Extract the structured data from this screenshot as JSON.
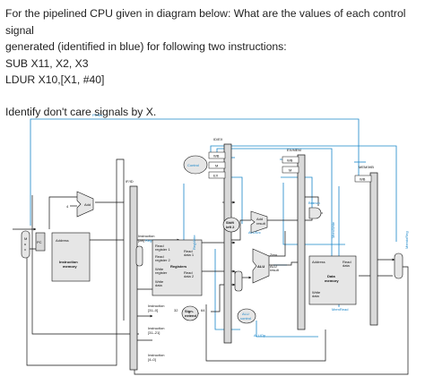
{
  "question": {
    "line1": "For the pipelined CPU given in diagram below: What are the values of each control signal",
    "line2": "generated (identified in blue) for following two instructions:",
    "instr1": "SUB X11, X2, X3",
    "instr2": "LDUR X10,[X1, #40]",
    "prompt": "Identify don't care signals by X."
  },
  "diagram": {
    "pcsrc": "PCSrc",
    "id_ex": "ID/EX",
    "ex_mem": "EX/MEM",
    "mem_wb": "MEM/WB",
    "if_id": "IF/ID",
    "wb": "WB",
    "m": "M",
    "ex": "EX",
    "control": "Control",
    "add": "Add",
    "four": "4",
    "pc": "PC",
    "address": "Address",
    "instruction_memory_1": "Instruction",
    "instruction_memory_2": "memory",
    "add_result_1": "Add",
    "add_result_2": "result",
    "shift_left_1": "Shift",
    "shift_left_2": "left 2",
    "branch": "Branch",
    "alusrc": "ALUSrc",
    "regwrite": "RegWrite",
    "reg2loc": "Reg2Loc",
    "read_reg1_a": "Read",
    "read_reg1_b": "register 1",
    "read_reg2_a": "Read",
    "read_reg2_b": "register 2",
    "write_reg_a": "Write",
    "write_reg_b": "register",
    "write_data_a": "Write",
    "write_data_b": "data",
    "read_data1_a": "Read",
    "read_data1_b": "data 1",
    "read_data2_a": "Read",
    "read_data2_b": "data 2",
    "registers": "Registers",
    "instr_31_0_a": "Instruction",
    "instr_31_0_b": "[31–0]",
    "instr_top_a": "Instruction",
    "instr_top_b": "[28]",
    "instr_31_21_a": "Instruction",
    "instr_31_21_b": "[31–21]",
    "instr_4_0_a": "Instruction",
    "instr_4_0_b": "[4–0]",
    "sign_extend_a": "Sign-",
    "sign_extend_b": "extend",
    "bits32": "32",
    "bits64": "64",
    "zero": "Zero",
    "alu": "ALU",
    "alu_result_1": "ALU",
    "alu_result_2": "result",
    "alu_control_1": "ALU",
    "alu_control_2": "control",
    "aluop": "ALUOp",
    "memwrite": "MemWrite",
    "memread": "MemRead",
    "memtoreg": "MemtoReg",
    "data_memory_1": "Data",
    "data_memory_2": "memory",
    "dm_address": "Address",
    "dm_read_data_1": "Read",
    "dm_read_data_2": "data",
    "dm_write_data_1": "Write",
    "dm_write_data_2": "data",
    "mux": "M\nu\nx",
    "mux0": "0",
    "mux1": "1"
  },
  "colors": {
    "control_line": "#1a86c9",
    "wire": "#111111",
    "unit_fill": "#e6e6e6",
    "reg_fill": "#d9d9d9"
  }
}
